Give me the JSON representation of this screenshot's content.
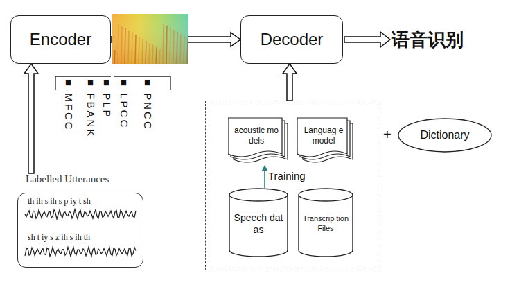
{
  "diagram": {
    "nodes": [
      {
        "text": [
          "Encoder"
        ]
      },
      {
        "text": [
          "Decoder"
        ]
      },
      {
        "text": [
          "Labelled Utterances",
          "th ih s ih s p iy t sh",
          "sh t iy s z ih s ih th"
        ]
      },
      {
        "text": []
      },
      {
        "text": [
          "acoustic models"
        ],
        "in": 3
      },
      {
        "text": [
          "Languag e model"
        ],
        "in": 3
      },
      {
        "text": [
          "Speech datas"
        ],
        "in": 3
      },
      {
        "text": [
          "Transcrip tion Files"
        ],
        "in": 3
      },
      {
        "text": [
          "Dictionary"
        ]
      }
    ],
    "edges": [
      {
        "from": 0,
        "to": 1,
        "arrow": "to"
      },
      {
        "from": 2,
        "to": 0,
        "arrow": "to"
      },
      {
        "from": 3,
        "to": 1,
        "arrow": "to"
      },
      {
        "from": 6,
        "to": 4,
        "label": "Training",
        "arrow": "to"
      }
    ],
    "labels": [
      "语音识别",
      "■ MFCC",
      "■ FBANK",
      "■ PLP",
      "■ LPCC",
      "■ PNCC",
      "+"
    ]
  }
}
